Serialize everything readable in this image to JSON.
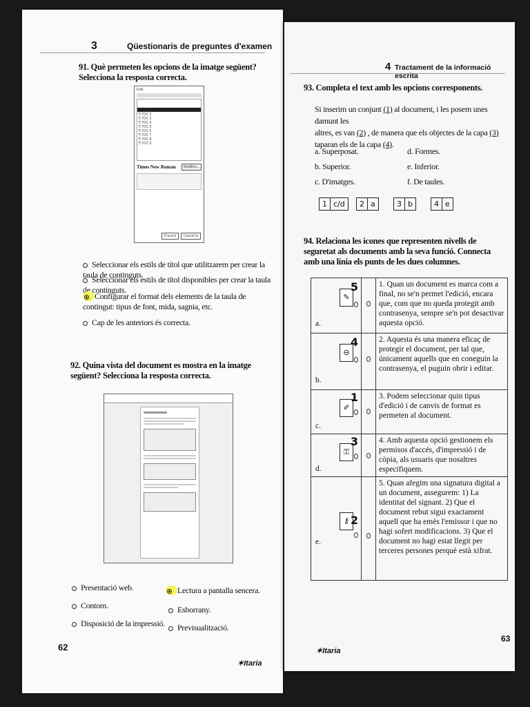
{
  "left": {
    "chapter_number": "3",
    "chapter_title": "Qüestionaris de preguntes d'examen",
    "page_number": "62",
    "brand": "Itaria",
    "q91": {
      "title": "91. Què permeten les opcions de la imatge següent? Selecciona la resposta correcta.",
      "options": [
        "Seleccionar els estils de títol que utilitzarem per crear la taula de continguts.",
        "Seleccionar els estils de títol disponibles per crear la taula de continguts.",
        "Configurar el format dels elements de la taula de contingut: tipus de font, mida, sagnia, etc.",
        "Cap de les anteriors és correcta."
      ],
      "selected_index": 2,
      "screenshot": {
        "font_label": "Times New Roman",
        "modify_button": "Modifica...",
        "cancel_button": "Cancel·la",
        "accept_button": "D'acord"
      }
    },
    "q92": {
      "title": "92. Quina vista del document es mostra en la imatge següent? Selecciona la resposta correcta.",
      "options_left": [
        "Presentació web.",
        "Contorn.",
        "Disposició de la impressió."
      ],
      "options_right": [
        "Lectura a pantalla sencera.",
        "Esborrany.",
        "Previsualització."
      ],
      "selected": "Lectura a pantalla sencera."
    }
  },
  "right": {
    "chapter_number": "4",
    "chapter_title": "Tractament de la informació escrita",
    "page_number": "63",
    "brand": "Itaria",
    "q93": {
      "title": "93. Completa el text amb les opcions corresponents.",
      "line1_a": "Si inserim un conjunt",
      "blank1": "(1)",
      "line1_b": "al document, i les posem unes damunt les",
      "line2_a": "altres, es van",
      "blank2": "(2)",
      "line2_b": ", de manera que els objectes de la capa",
      "blank3": "(3)",
      "line3_a": "taparan els de la capa",
      "blank4": "(4)",
      "line3_b": ".",
      "options_left": [
        "a. Superposat.",
        "b. Superior.",
        "c. D'imatges."
      ],
      "options_right": [
        "d. Formes.",
        "e. Inferior.",
        "f. De taules."
      ],
      "answers": [
        {
          "n": "1",
          "a": "c/d"
        },
        {
          "n": "2",
          "a": "a"
        },
        {
          "n": "3",
          "a": "b"
        },
        {
          "n": "4",
          "a": "e"
        }
      ]
    },
    "q94": {
      "title": "94. Relaciona les icones que representen nivells de seguretat als documents amb la seva funció. Connecta amb una línia els punts de les dues columnes.",
      "rows": [
        {
          "letter": "a.",
          "mark": "5",
          "text": "1. Quan un document es marca com a final, no se'n permet l'edició, encara que, com que no queda protegit amb contrasenya, sempre se'n pot desactivar aquesta opció."
        },
        {
          "letter": "b.",
          "mark": "4",
          "text": "2. Aquesta és una manera eficaç de protegir el document, per tal que, únicament aquells que en coneguin la contrasenya, el puguin obrir i editar."
        },
        {
          "letter": "c.",
          "mark": "1",
          "text": "3. Podem seleccionar quin tipus d'edició i de canvis de format es permeten al document."
        },
        {
          "letter": "d.",
          "mark": "3",
          "text": "4. Amb aquesta opció gestionem els permisos d'accés, d'impressió i de còpia, als usuaris que nosaltres especifiquem."
        },
        {
          "letter": "e.",
          "mark": "2",
          "text": "5. Quan afegim una signatura digital a un document, assegurem: 1) La identitat del signant. 2) Que el document rebut sigui exactament aquell que ha emès l'emissor i que no hagi sofert modificacions. 3) Que el document no hagi estat llegit per terceres persones perquè està xifrat."
        }
      ]
    }
  }
}
